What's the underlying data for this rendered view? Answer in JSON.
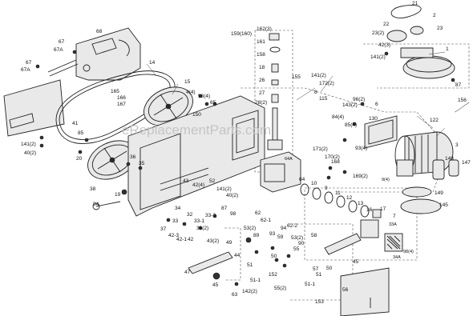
{
  "watermark": "eReplacementParts.com",
  "labels": {
    "l_21": "21",
    "l_2": "2",
    "l_22": "22",
    "l_23a": "23",
    "l_23_2": "23(2)",
    "l_42_3": "42(3)",
    "l_141_2a": "141(2)",
    "l_1": "1",
    "l_87a": "87",
    "l_156": "156",
    "l_159_160": "159(160)",
    "l_162_3": "162(3)",
    "l_161": "161",
    "l_158": "158",
    "l_18": "18",
    "l_26": "26",
    "l_27": "27",
    "l_28_2": "28(2)",
    "l_155": "155",
    "l_141_2b": "141(2)",
    "l_172_2": "172(2)",
    "l_8": "8",
    "l_115": "115",
    "l_96_2": "96(2)",
    "l_143_2": "143(2)",
    "l_6": "6",
    "l_130": "130",
    "l_84_4": "84(4)",
    "l_85_4": "85(4)",
    "l_93_4a": "93(4)",
    "l_122": "122",
    "l_3": "3",
    "l_148": "148",
    "l_147": "147",
    "l_149": "149",
    "l_145": "145",
    "l_9_4": "9(4)",
    "l_68": "68",
    "l_67a": "67",
    "l_67A": "67A",
    "l_67b": "67",
    "l_67Ab": "67A",
    "l_14": "14",
    "l_15": "15",
    "l_165": "165",
    "l_166": "166",
    "l_167": "167",
    "l_41": "41",
    "l_85": "85",
    "l_20": "20",
    "l_141_2c": "141(2)",
    "l_40_2": "40(2)",
    "l_4_4": "4(4)",
    "l_93_4b": "93(4)",
    "l_65": "65",
    "l_150": "150",
    "l_171_2": "171(2)",
    "l_168": "168",
    "l_170_2": "170(2)",
    "l_169_2": "169(2)",
    "l_38": "38",
    "l_36": "36",
    "l_35": "35",
    "l_19": "19",
    "l_84": "84",
    "l_43": "43",
    "l_42_4": "42(4)",
    "l_52": "52",
    "l_141_2d": "141(2)",
    "l_40_2b": "40(2)",
    "l_87b": "87",
    "l_98": "98",
    "l_34": "34",
    "l_32": "32",
    "l_33_3": "33-3",
    "l_33_1": "33-1",
    "l_31_2": "31(2)",
    "l_33": "33",
    "l_37": "37",
    "l_42_3b": "42-3",
    "l_42_1": "42-1",
    "l_42_2": "42",
    "l_43_2": "43(2)",
    "l_62": "62",
    "l_62_1": "62-1",
    "l_62_2": "62-2",
    "l_53_2": "53(2)",
    "l_59": "59",
    "l_93": "93",
    "l_94": "94",
    "l_89": "89",
    "l_49": "49",
    "l_50": "50",
    "l_152": "152",
    "l_51_1": "51-1",
    "l_51": "51",
    "l_44": "44",
    "l_142_2": "142(2)",
    "l_63": "63",
    "l_45a": "45",
    "l_45b": "45",
    "l_47": "47",
    "l_55_2": "55(2)",
    "l_90": "90",
    "l_58": "58",
    "l_57": "57",
    "l_53_2b": "53(2)",
    "l_55": "55",
    "l_153": "153",
    "l_56": "56",
    "l_64": "64",
    "l_10": "10",
    "l_9": "9",
    "l_11": "11",
    "l_12": "12",
    "l_13": "13",
    "l_16": "16",
    "l_17": "17",
    "l_7": "7",
    "l_34A": "34A",
    "l_98_4": "98(4)",
    "l_33A": "33A",
    "l_64A": "64A"
  }
}
